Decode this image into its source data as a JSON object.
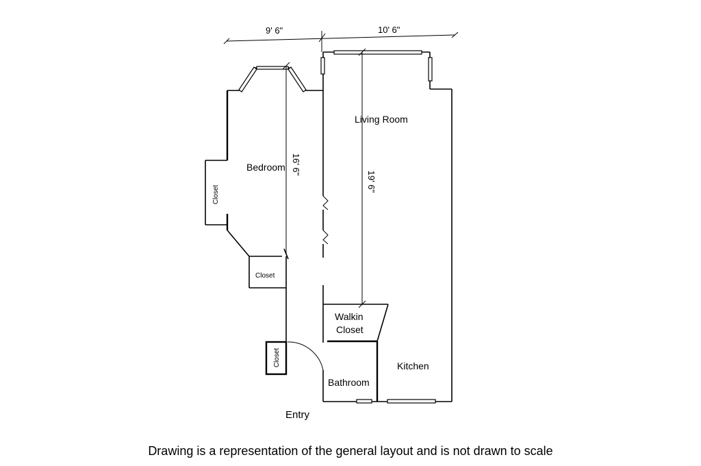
{
  "dimensions": {
    "bedroom_width": "9' 6\"",
    "living_width": "10' 6\"",
    "bedroom_length": "16' 6\"",
    "living_length": "19' 6\""
  },
  "rooms": {
    "living_room": "Living Room",
    "bedroom": "Bedroom",
    "closet": "Closet",
    "walkin_closet_line1": "Walkin",
    "walkin_closet_line2": "Closet",
    "bathroom": "Bathroom",
    "kitchen": "Kitchen",
    "entry": "Entry"
  },
  "caption": "Drawing is a representation of the general layout and is not drawn to scale"
}
